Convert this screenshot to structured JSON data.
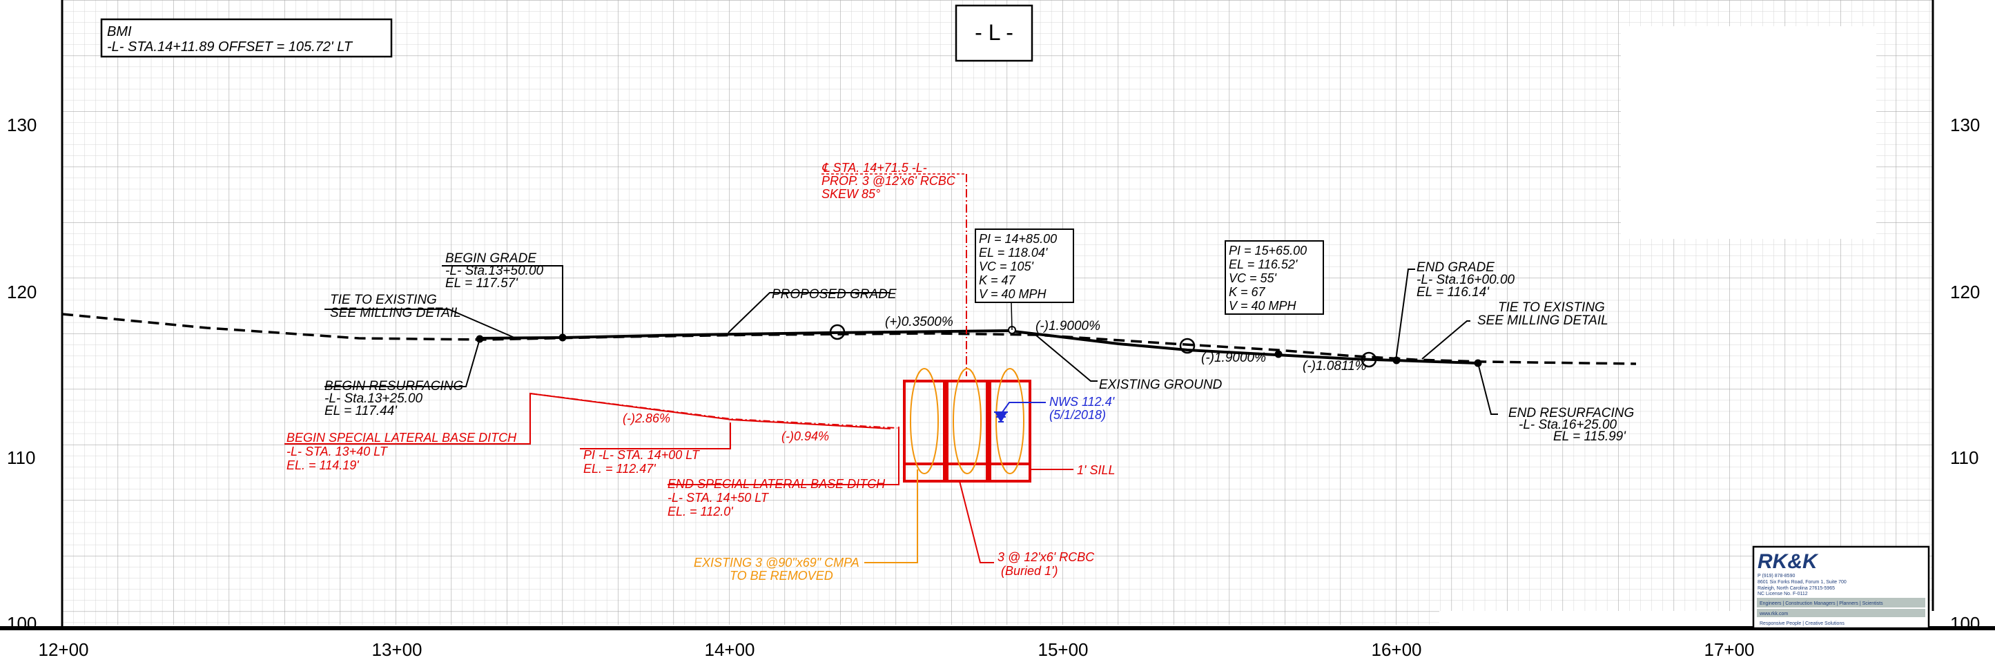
{
  "sheet": {
    "title_box": "- L -",
    "bm_line1": "BMI",
    "bm_line2": "-L- STA.14+11.89 OFFSET = 105.72' LT"
  },
  "axes": {
    "elevations": [
      "130",
      "120",
      "110",
      "100"
    ],
    "stations": [
      "12+00",
      "13+00",
      "14+00",
      "15+00",
      "16+00",
      "17+00"
    ]
  },
  "profile": {
    "begin_grade": [
      "BEGIN GRADE",
      "-L- Sta.13+50.00",
      "EL = 117.57'"
    ],
    "tie_left": [
      "TIE TO EXISTING",
      "SEE MILLING DETAIL"
    ],
    "begin_resurfacing": [
      "BEGIN RESURFACING",
      "-L- Sta.13+25.00",
      "EL = 117.44'"
    ],
    "proposed_grade": "PROPOSED GRADE",
    "grade_1": "(+)0.3500%",
    "grade_2": "(-)1.9000%",
    "grade_3": "(-)1.9000%",
    "grade_4": "(-)1.0811%",
    "existing_ground": "EXISTING GROUND",
    "pi1": [
      "PI = 14+85.00",
      "EL = 118.04'",
      "VC = 105'",
      "K = 47",
      "V = 40 MPH"
    ],
    "pi2": [
      "PI = 15+65.00",
      "EL = 116.52'",
      "VC = 55'",
      "K = 67",
      "V = 40 MPH"
    ],
    "end_grade": [
      "END GRADE",
      "-L- Sta.16+00.00",
      "EL = 116.14'"
    ],
    "tie_right": [
      "TIE TO EXISTING",
      "SEE MILLING DETAIL"
    ],
    "end_resurfacing": [
      "END RESURFACING",
      "-L- Sta.16+25.00",
      "EL = 115.99'"
    ]
  },
  "culvert": {
    "centerline": [
      "℄ STA. 14+71.5 -L-",
      "PROP. 3 @12'x6' RCBC",
      "SKEW 85°"
    ],
    "nws": [
      "NWS 112.4'",
      "(5/1/2018)"
    ],
    "sill": "1' SILL",
    "rcbc": [
      "3 @ 12'x6' RCBC",
      "(Buried 1')"
    ],
    "existing": [
      "EXISTING 3 @90\"x69\" CMPA",
      "TO BE REMOVED"
    ]
  },
  "ditch": {
    "begin": [
      "BEGIN SPECIAL LATERAL BASE DITCH",
      "-L- STA. 13+40 LT",
      "EL. = 114.19'"
    ],
    "slope1": "(-)2.86%",
    "slope2": "(-)0.94%",
    "pi": [
      "PI -L- STA. 14+00 LT",
      "EL. = 112.47'"
    ],
    "end": [
      "END SPECIAL LATERAL BASE DITCH",
      "-L- STA. 14+50 LT",
      "EL. = 112.0'"
    ]
  },
  "logo": {
    "name": "RK&K",
    "phone": "P (919) 878-8590",
    "address1": "8601 Six Forks Road, Forum 1, Suite 700",
    "address2": "Raleigh, North Carolina 27615-5965",
    "license": "NC License No. F-0112",
    "services": "Engineers | Construction Managers | Planners | Scientists",
    "web": "www.rkk.com",
    "tagline": "Responsive People | Creative Solutions"
  },
  "colors": {
    "grid": "#cfcfcf",
    "black": "#000000",
    "red": "#e10000",
    "orange": "#f2950b",
    "blue": "#1f2ad6"
  }
}
